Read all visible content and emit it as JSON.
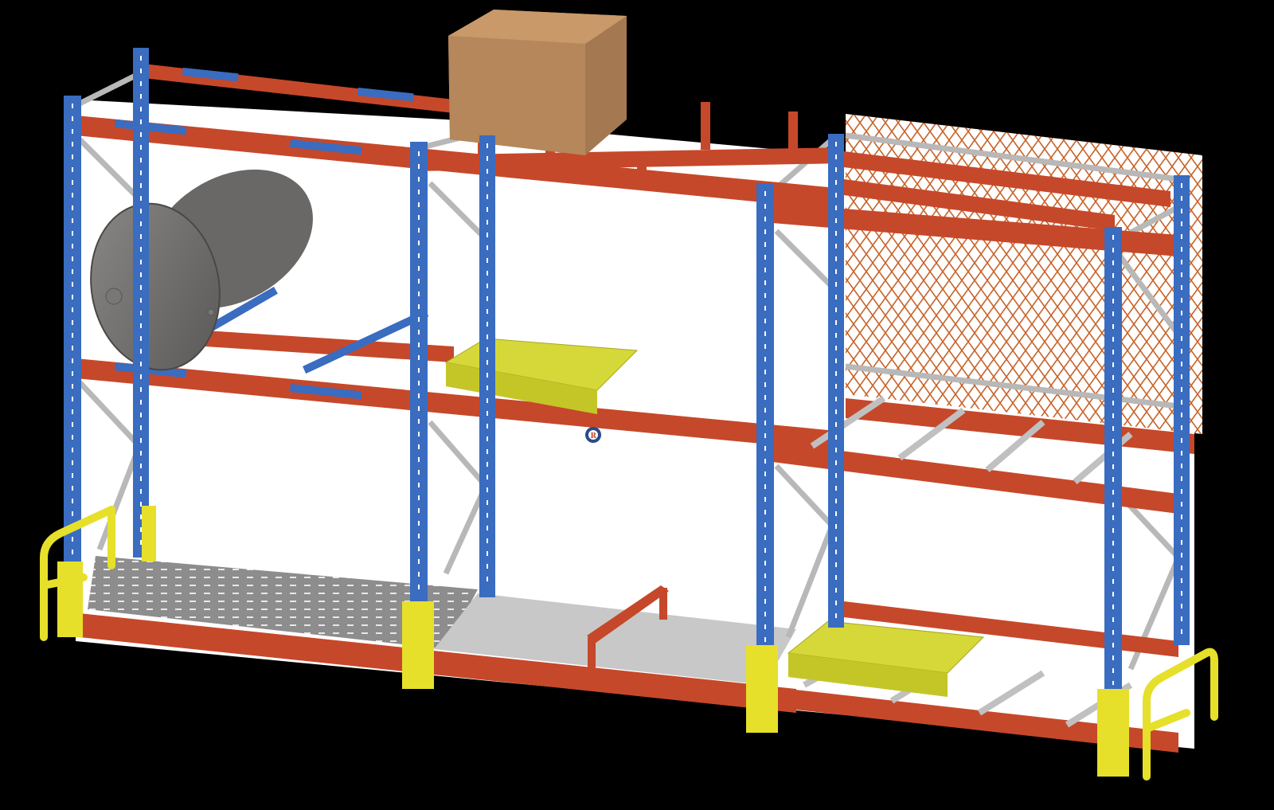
{
  "scene": {
    "subject": "Pallet racking system with accessories",
    "background": "#000000",
    "interior_fill": "#ffffff",
    "colors": {
      "upright_blue": "#3a6cc0",
      "beam_orange": "#c6482a",
      "guard_yellow": "#e6e02a",
      "pallet_yellow": "#d6d83a",
      "brace_gray": "#b8b8b8",
      "decking_gray": "#c8c8c8",
      "drum_gray": "#6e6c6a",
      "box_brown": "#b5875a",
      "mesh_orange": "#c8642a"
    },
    "bays": [
      {
        "name": "left-bay",
        "accessories": [
          "drum-chocks",
          "steel-drum",
          "grating-deck",
          "corner-guard"
        ]
      },
      {
        "name": "middle-bay",
        "accessories": [
          "cardboard-box",
          "pallet-supports",
          "yellow-pallet",
          "solid-deck",
          "floor-stop"
        ]
      },
      {
        "name": "right-bay",
        "accessories": [
          "mesh-back-panel",
          "pallet-supports",
          "yellow-pallet",
          "end-guard"
        ]
      }
    ],
    "logo": {
      "letter": "R"
    }
  }
}
